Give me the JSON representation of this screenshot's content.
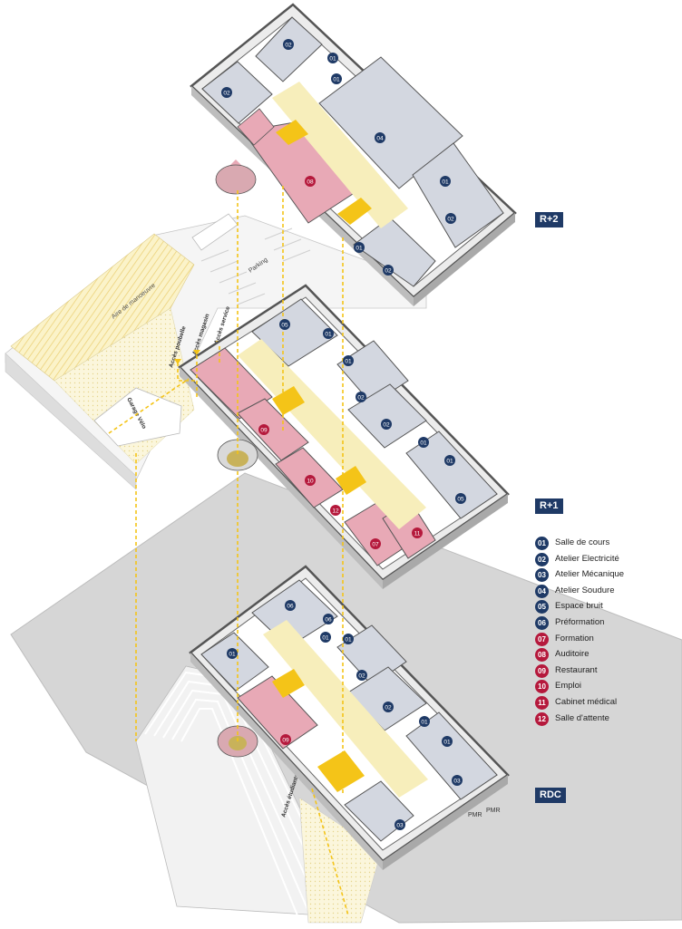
{
  "colors": {
    "navy": "#1f3a66",
    "crimson": "#b5193c",
    "pink_room": "#e8a9b6",
    "yellow_circulation": "#f7eebb",
    "yellow_stairs": "#f4c418",
    "grey_room": "#d3d7e0",
    "wall": "#444444"
  },
  "levels": {
    "r2": "R+2",
    "r1": "R+1",
    "rdc": "RDC"
  },
  "site_labels": {
    "manoeuvre": "Aire de manoeuvre",
    "parking": "Parking",
    "garage_velo": "Garage Vélo",
    "acces_poubelle": "Accès poubelle",
    "acces_magasin": "Accès magasin",
    "acces_service": "Accès service",
    "acces_etudiants": "Accès étudiants",
    "pmr": "PMR"
  },
  "legend": [
    {
      "num": "01",
      "label": "Salle de cours",
      "group": "navy"
    },
    {
      "num": "02",
      "label": "Atelier Electricité",
      "group": "navy"
    },
    {
      "num": "03",
      "label": "Atelier Mécanique",
      "group": "navy"
    },
    {
      "num": "04",
      "label": "Atelier Soudure",
      "group": "navy"
    },
    {
      "num": "05",
      "label": "Espace bruit",
      "group": "navy"
    },
    {
      "num": "06",
      "label": "Préformation",
      "group": "navy"
    },
    {
      "num": "07",
      "label": "Formation",
      "group": "crimson"
    },
    {
      "num": "08",
      "label": "Auditoire",
      "group": "crimson"
    },
    {
      "num": "09",
      "label": "Restaurant",
      "group": "crimson"
    },
    {
      "num": "10",
      "label": "Emploi",
      "group": "crimson"
    },
    {
      "num": "11",
      "label": "Cabinet médical",
      "group": "crimson"
    },
    {
      "num": "12",
      "label": "Salle d'attente",
      "group": "crimson"
    }
  ],
  "room_markers": {
    "r2": [
      "02",
      "02",
      "01",
      "01",
      "04",
      "08",
      "01",
      "02",
      "01",
      "02"
    ],
    "r1": [
      "05",
      "01",
      "01",
      "02",
      "02",
      "01",
      "01",
      "05",
      "09",
      "10",
      "12",
      "07",
      "11"
    ],
    "rdc": [
      "06",
      "01",
      "06",
      "01",
      "01",
      "02",
      "02",
      "01",
      "01",
      "09",
      "03",
      "03"
    ]
  }
}
